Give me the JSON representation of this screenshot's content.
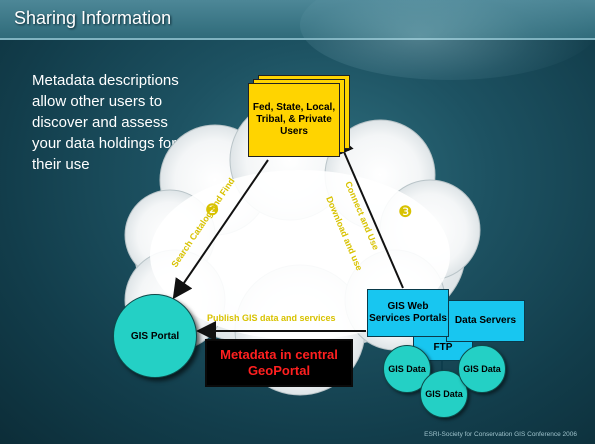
{
  "slide": {
    "title": "Sharing Information",
    "body_lines": [
      "Metadata descriptions",
      "allow other users to",
      "discover and assess",
      "your data holdings for",
      "their use"
    ],
    "footer": "ESRI-Society for Conservation GIS Conference 2006"
  },
  "diagram": {
    "users": "Fed, State, Local, Tribal, & Private Users",
    "portal": "GIS Portal",
    "metadata_box": "Metadata in central GeoPortal",
    "web_services": "GIS Web Services Portals",
    "data_servers": "Data Servers",
    "ftp": "FTP",
    "gis_data": [
      "GIS Data",
      "GIS Data",
      "GIS Data"
    ],
    "arrows": {
      "search": "Search Catalog and Find",
      "connect": "Connect and Use",
      "download": "Download and use",
      "publish": "Publish GIS data and services"
    },
    "step_two": "❷",
    "step_three": "❸"
  },
  "colors": {
    "title_bar": "#2f6b7a",
    "users_card": "#ffd400",
    "portal": "#24d0c5",
    "services": "#18c6f0",
    "label_text": "#d8c200",
    "metadata_text": "#ff2020"
  }
}
